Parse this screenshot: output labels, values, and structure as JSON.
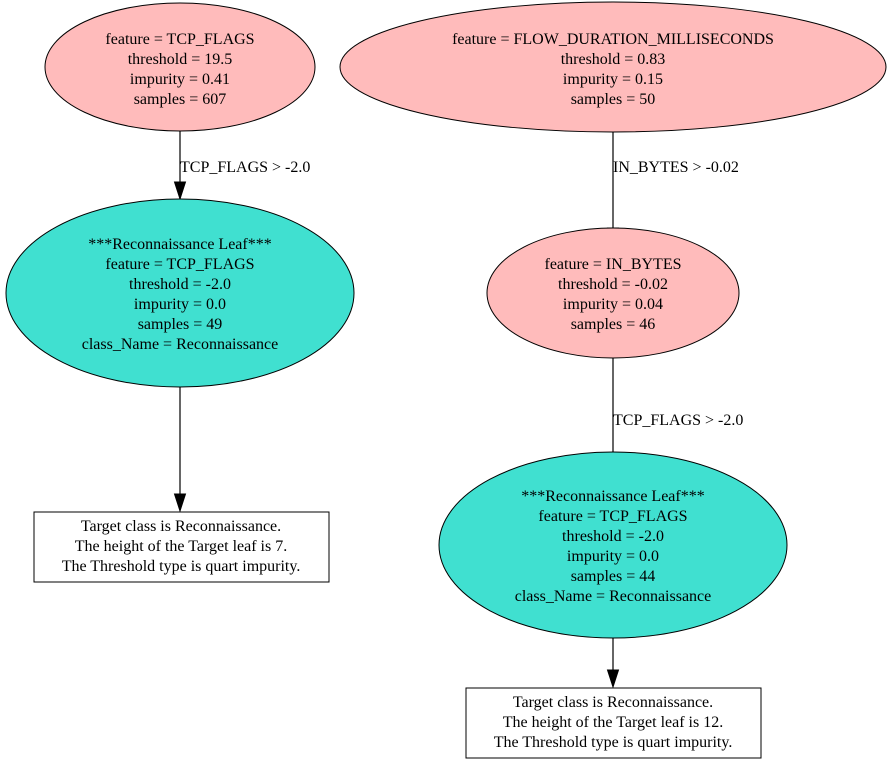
{
  "colors": {
    "split_node": "#ffbbbb",
    "leaf_node": "#40e0d0",
    "summary_box": "#ffffff",
    "stroke": "#000000"
  },
  "tree_left": {
    "root": {
      "lines": [
        "feature = TCP_FLAGS",
        "threshold = 19.5",
        "impurity = 0.41",
        "samples = 607"
      ]
    },
    "edge_root_leaf": "TCP_FLAGS > -2.0",
    "leaf": {
      "lines": [
        "***Reconnaissance Leaf***",
        "feature = TCP_FLAGS",
        "threshold = -2.0",
        "impurity = 0.0",
        "samples = 49",
        "class_Name = Reconnaissance"
      ]
    },
    "summary": {
      "lines": [
        "Target class is Reconnaissance.",
        "The height of the Target leaf is 7.",
        "The Threshold type is quart impurity."
      ]
    }
  },
  "tree_right": {
    "root": {
      "lines": [
        "feature = FLOW_DURATION_MILLISECONDS",
        "threshold = 0.83",
        "impurity = 0.15",
        "samples = 50"
      ]
    },
    "edge_root_mid": "IN_BYTES > -0.02",
    "mid": {
      "lines": [
        "feature = IN_BYTES",
        "threshold = -0.02",
        "impurity = 0.04",
        "samples = 46"
      ]
    },
    "edge_mid_leaf": "TCP_FLAGS > -2.0",
    "leaf": {
      "lines": [
        "***Reconnaissance Leaf***",
        "feature = TCP_FLAGS",
        "threshold = -2.0",
        "impurity = 0.0",
        "samples = 44",
        "class_Name = Reconnaissance"
      ]
    },
    "summary": {
      "lines": [
        "Target class is Reconnaissance.",
        "The height of the Target leaf is 12.",
        "The Threshold type is quart impurity."
      ]
    }
  }
}
